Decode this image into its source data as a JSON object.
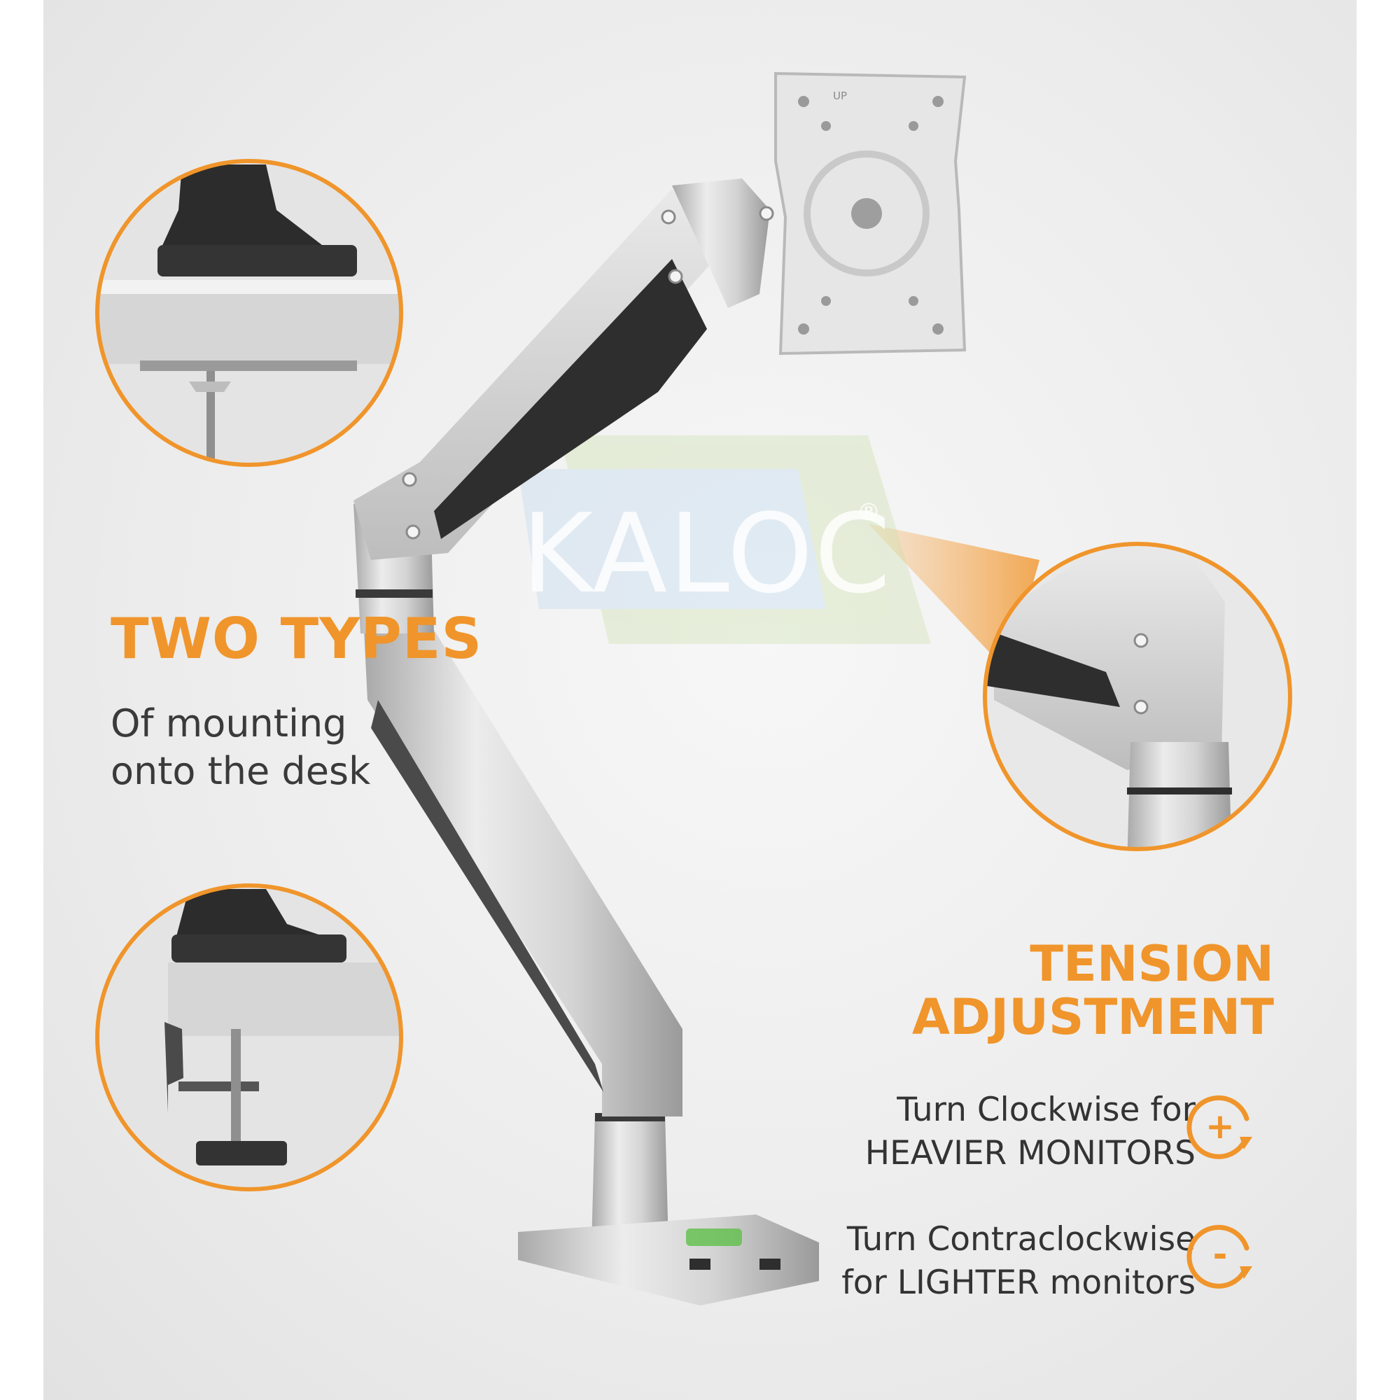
{
  "colors": {
    "accent": "#f0952b",
    "text_dark": "#333333",
    "background": "#ececec"
  },
  "mounting": {
    "headline": "TWO TYPES",
    "line1": "Of mounting",
    "line2": "onto the desk"
  },
  "brand": {
    "logo_text": "KALOC",
    "registered": "®"
  },
  "tension": {
    "headline_line1": "TENSION",
    "headline_line2": "ADJUSTMENT",
    "clockwise": {
      "line1": "Turn Clockwise for",
      "line2": "HEAVIER MONITORS",
      "icon": "plus-rotate-icon",
      "symbol": "+"
    },
    "contraclockwise": {
      "line1": "Turn Contraclockwise",
      "line2": "for LIGHTER monitors",
      "icon": "minus-rotate-icon",
      "symbol": "-"
    }
  },
  "mount_plate": {
    "label": "UP"
  }
}
